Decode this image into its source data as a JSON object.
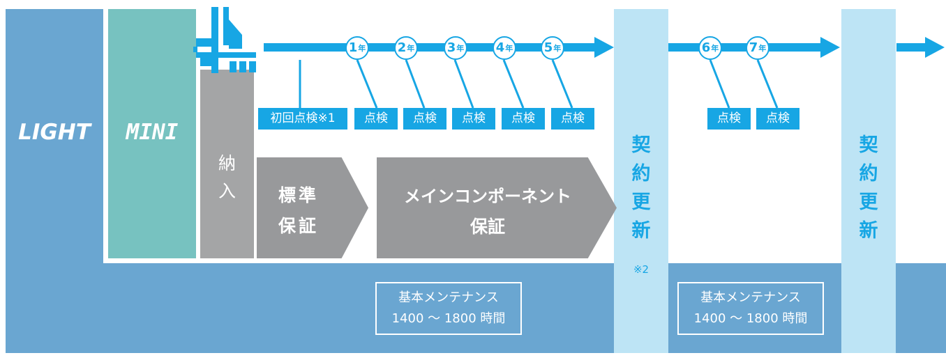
{
  "columns": {
    "light": "LIGHT",
    "mini": "MINI"
  },
  "delivery": "納入",
  "years": [
    "1",
    "2",
    "3",
    "4",
    "5",
    "6",
    "7"
  ],
  "year_suffix": "年",
  "inspection_first": "初回点検※1",
  "inspection": "点検",
  "standard_warranty": {
    "line1": "標準",
    "line2": "保証"
  },
  "component_warranty": {
    "line1": "メインコンポーネント",
    "line2": "保証"
  },
  "renewal_chars": [
    "契",
    "約",
    "更",
    "新"
  ],
  "renewal_note": "※2",
  "maintenance": {
    "line1": "基本メンテナンス",
    "line2": "1400 ～ 1800 時間"
  },
  "colors": {
    "accent": "#17a6e4",
    "band": "#6aa6d1",
    "teal": "#77c2c0",
    "renewal": "#bde4f5"
  }
}
